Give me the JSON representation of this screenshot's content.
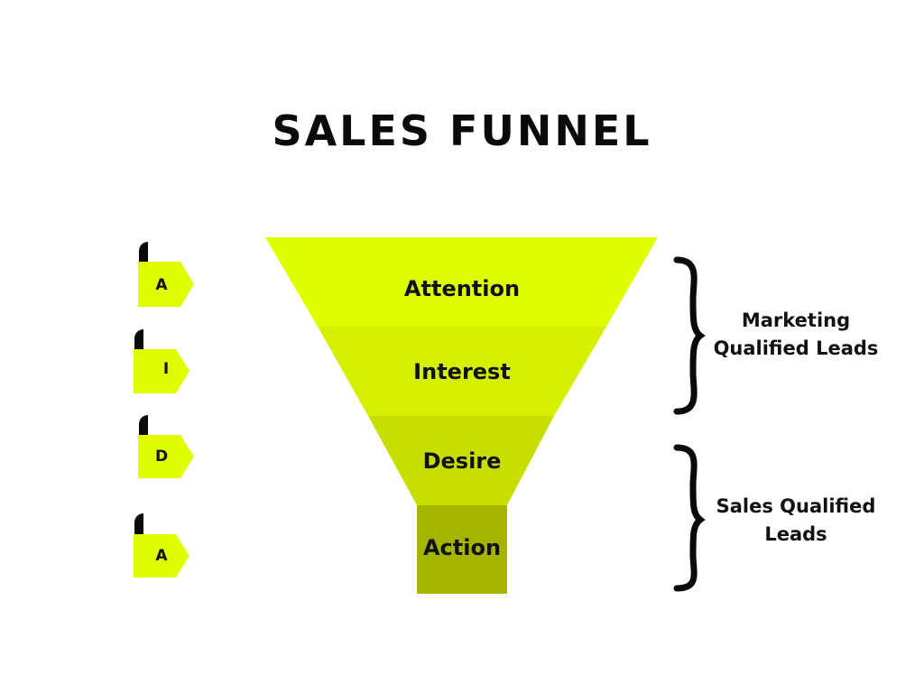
{
  "title": "SALES FUNNEL",
  "colors": {
    "stage1": "#dfff00",
    "stage2": "#d4ef00",
    "stage3": "#c6df00",
    "stage4": "#a5b400",
    "tag": "#dfff00",
    "ink": "#111111"
  },
  "stages": [
    {
      "label": "Attention",
      "letter": "A"
    },
    {
      "label": "Interest",
      "letter": "I"
    },
    {
      "label": "Desire",
      "letter": "D"
    },
    {
      "label": "Action",
      "letter": "A"
    }
  ],
  "groups": [
    {
      "line1": "Marketing",
      "line2": "Qualified Leads"
    },
    {
      "line1": "Sales Qualified",
      "line2": "Leads"
    }
  ]
}
